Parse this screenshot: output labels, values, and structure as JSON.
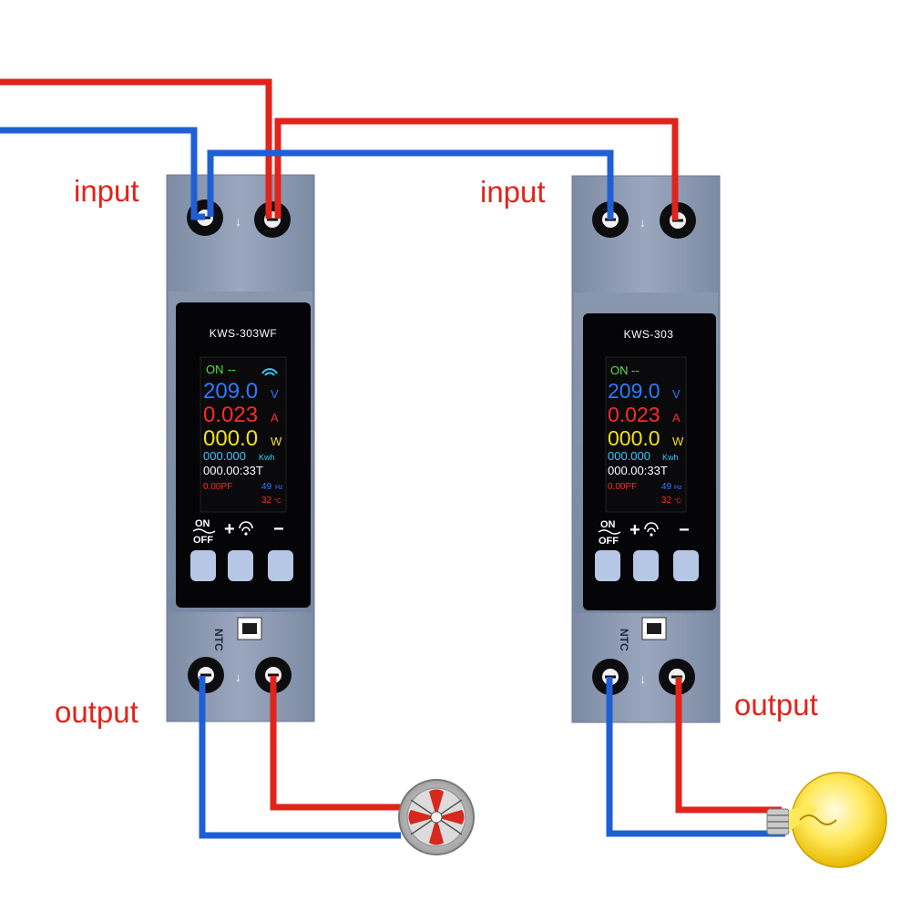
{
  "labels": {
    "left_input": "input",
    "left_output": "output",
    "right_input": "input",
    "right_output": "output"
  },
  "devices": [
    {
      "model": "KWS-303WF",
      "screen": {
        "status": "ON",
        "dash": "--",
        "voltage": "209.0",
        "voltage_unit": "V",
        "current": "0.023",
        "current_unit": "A",
        "power": "000.0",
        "power_unit": "W",
        "energy": "000.000",
        "energy_unit": "Kwh",
        "timer": "000.00:33T",
        "power_factor": "0.00PF",
        "frequency": "49",
        "frequency_unit": "Hz",
        "temperature": "32",
        "temperature_unit": "°C"
      },
      "buttons": {
        "on_label": "ON",
        "off_label": "OFF",
        "plus": "+",
        "minus": "−"
      },
      "ntc": "NTC",
      "load": "fan"
    },
    {
      "model": "KWS-303",
      "screen": {
        "status": "ON",
        "dash": "--",
        "voltage": "209.0",
        "voltage_unit": "V",
        "current": "0.023",
        "current_unit": "A",
        "power": "000.0",
        "power_unit": "W",
        "energy": "000.000",
        "energy_unit": "Kwh",
        "timer": "000.00:33T",
        "power_factor": "0.00PF",
        "frequency": "49",
        "frequency_unit": "Hz",
        "temperature": "32",
        "temperature_unit": "°C"
      },
      "buttons": {
        "on_label": "ON",
        "off_label": "OFF",
        "plus": "+",
        "minus": "−"
      },
      "ntc": "NTC",
      "load": "light-bulb"
    }
  ],
  "colors": {
    "live_wire": "#e2231a",
    "neutral_wire": "#1f5fd6",
    "device_body": "#8a98b0",
    "screen_bg": "#0a0a0c",
    "voltage": "#2c7bff",
    "current": "#ff2a2a",
    "power": "#f2e21a",
    "energy": "#3ec8ff",
    "status": "#58e04a",
    "label_text": "#e2231a"
  }
}
